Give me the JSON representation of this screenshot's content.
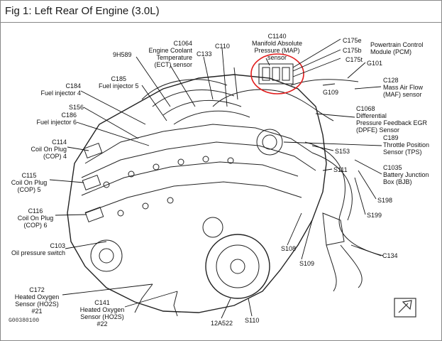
{
  "title": "Fig 1: Left Rear Of Engine (3.0L)",
  "footer_code": "G00380100",
  "colors": {
    "highlight_circle": "#e01b1b",
    "line": "#111111",
    "border": "#888888"
  },
  "labels": {
    "c1140": "C1140",
    "c1140_desc1": "Manifold Absolute",
    "c1140_desc2": "Pressure (MAP)",
    "c1140_desc3": "sensor",
    "c1064": "C1064",
    "c1064_desc1": "Engine Coolant",
    "c1064_desc2": "Temperature",
    "c1064_desc3": "(ECT) sensor",
    "c110": "C110",
    "c133": "C133",
    "h9h589": "9H589",
    "c185": "C185",
    "c185_desc": "Fuel injector 5",
    "c184": "C184",
    "c184_desc": "Fuel injector 4",
    "s156": "S156",
    "c186": "C186",
    "c186_desc": "Fuel injector 6",
    "c114": "C114",
    "c114_desc1": "Coil On Plug",
    "c114_desc2": "(COP) 4",
    "c115": "C115",
    "c115_desc1": "Coil On Plug",
    "c115_desc2": "(COP) 5",
    "c116": "C116",
    "c116_desc1": "Coil On Plug",
    "c116_desc2": "(COP) 6",
    "c103": "C103",
    "c103_desc": "Oil pressure switch",
    "c172": "C172",
    "c172_desc1": "Heated Oxygen",
    "c172_desc2": "Sensor (HO2S)",
    "c172_desc3": "#21",
    "c141": "C141",
    "c141_desc1": "Heated Oxygen",
    "c141_desc2": "Sensor (HO2S)",
    "c141_desc3": "#22",
    "a12a522": "12A522",
    "s110": "S110",
    "s109": "S109",
    "s108": "S108",
    "c134": "C134",
    "s199": "S199",
    "s198": "S198",
    "s111": "S111",
    "s153": "S153",
    "c175e": "C175e",
    "c175b": "C175b",
    "c175t": "C175t",
    "pcm_desc1": "Powertrain Control",
    "pcm_desc2": "Module (PCM)",
    "g101": "G101",
    "g109": "G109",
    "c128": "C128",
    "c128_desc1": "Mass Air Flow",
    "c128_desc2": "(MAF) sensor",
    "c1068": "C1068",
    "c1068_desc1": "Differential",
    "c1068_desc2": "Pressure Feedback EGR",
    "c1068_desc3": "(DPFE) Sensor",
    "c189": "C189",
    "c189_desc1": "Throttle Position",
    "c189_desc2": "Sensor (TPS)",
    "c1035": "C1035",
    "c1035_desc1": "Battery Junction",
    "c1035_desc2": "Box (BJB)"
  }
}
